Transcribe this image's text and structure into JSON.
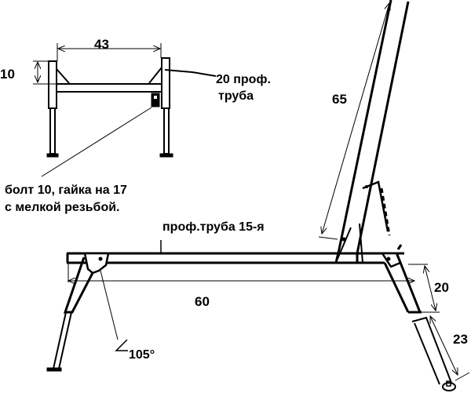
{
  "front_view": {
    "width_dim": "43",
    "height_dim": "10",
    "tube_label_line1": "20 проф.",
    "tube_label_line2": "труба",
    "bolt_label_line1": "болт 10, гайка на 17",
    "bolt_label_line2": "с мелкой резьбой."
  },
  "side_view": {
    "beam_label": "проф.труба 15-я",
    "length_dim": "60",
    "backrest_dim": "65",
    "leg_upper_dim": "20",
    "leg_lower_dim": "23",
    "angle_label": "105°"
  }
}
